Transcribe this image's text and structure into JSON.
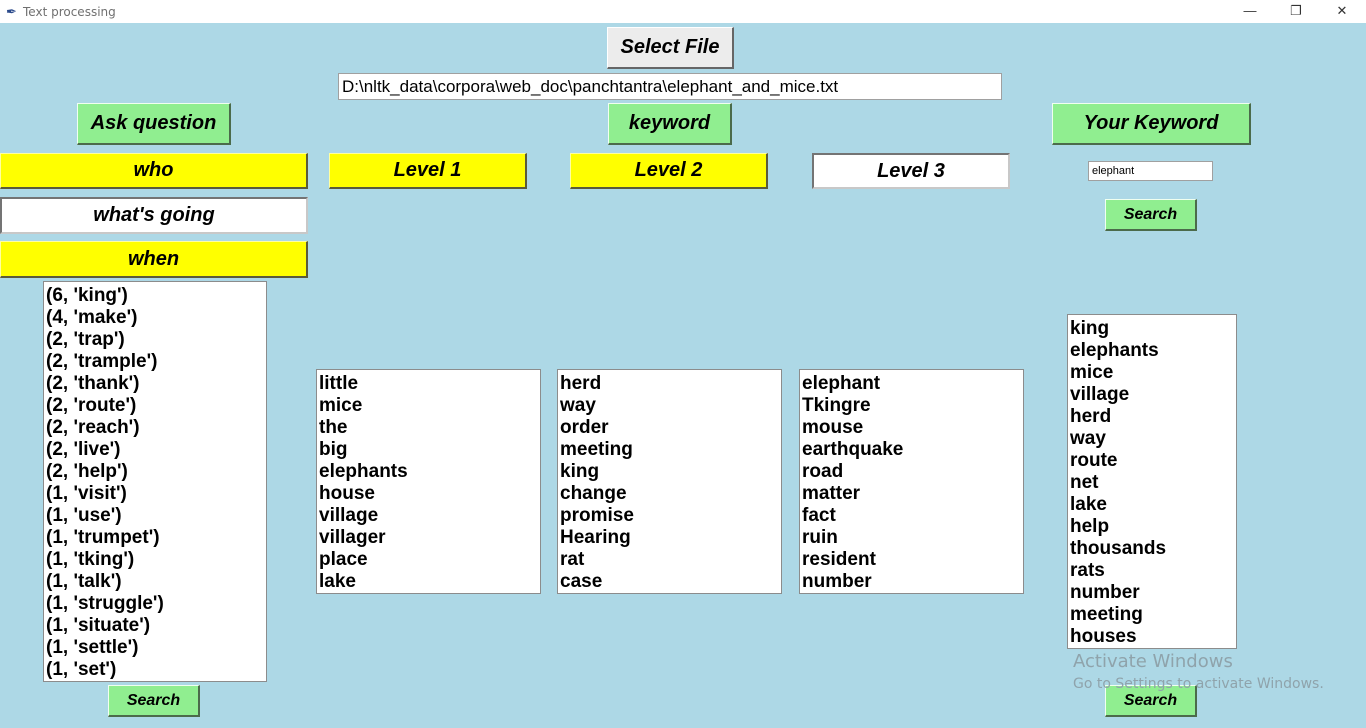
{
  "window": {
    "title": "Text processing",
    "controls": {
      "minimize": "—",
      "restore": "❐",
      "close": "✕"
    }
  },
  "file": {
    "select_label": "Select File",
    "path": "D:\\nltk_data\\corpora\\web_doc\\panchtantra\\elephant_and_mice.txt"
  },
  "header": {
    "ask_question": "Ask question",
    "keyword": "keyword",
    "your_keyword": "Your Keyword"
  },
  "questions": {
    "who": "who",
    "whats_going": "what's going",
    "when": "when"
  },
  "levels": {
    "level1": "Level 1",
    "level2": "Level 2",
    "level3": "Level 3"
  },
  "keyword_search": {
    "value": "elephant",
    "button": "Search"
  },
  "question_search_button": "Search",
  "bottom_search_button": "Search",
  "lists": {
    "frequency": [
      "(6, 'king')",
      "(4, 'make')",
      "(2, 'trap')",
      "(2, 'trample')",
      "(2, 'thank')",
      "(2, 'route')",
      "(2, 'reach')",
      "(2, 'live')",
      "(2, 'help')",
      "(1, 'visit')",
      "(1, 'use')",
      "(1, 'trumpet')",
      "(1, 'tking')",
      "(1, 'talk')",
      "(1, 'struggle')",
      "(1, 'situate')",
      "(1, 'settle')",
      "(1, 'set')"
    ],
    "level1": [
      "little",
      "mice",
      "the",
      "big",
      "elephants",
      "house",
      "village",
      "villager",
      "place",
      "lake"
    ],
    "level2": [
      "herd",
      "way",
      "order",
      "meeting",
      "king",
      "change",
      "promise",
      "Hearing",
      "rat",
      "case"
    ],
    "level3": [
      "elephant",
      "Tkingre",
      "mouse",
      "earthquake",
      "road",
      "matter",
      "fact",
      "ruin",
      "resident",
      "number"
    ],
    "keywords": [
      "king",
      "elephants",
      "mice",
      "village",
      "herd",
      "way",
      "route",
      "net",
      "lake",
      "help",
      "thousands",
      "rats",
      "number",
      "meeting",
      "houses"
    ]
  },
  "watermark": {
    "line1": "Activate Windows",
    "line2": "Go to Settings to activate Windows."
  },
  "colors": {
    "background": "#add8e6",
    "button_green": "#90ee90",
    "highlight_yellow": "#ffff00"
  }
}
